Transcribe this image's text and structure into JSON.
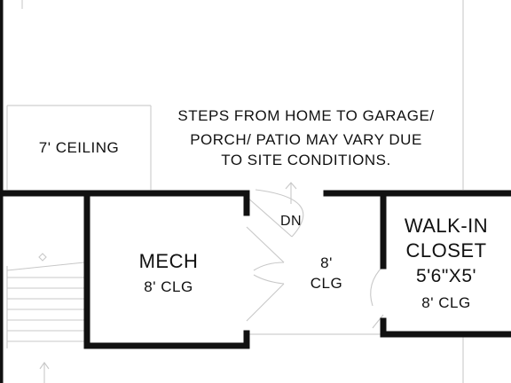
{
  "notes": {
    "steps_line1": "STEPS FROM HOME TO GARAGE/",
    "steps_line2": "PORCH/ PATIO MAY VARY DUE",
    "steps_line3": "TO SITE CONDITIONS."
  },
  "rooms": {
    "ceiling_area": {
      "label": "7' CEILING"
    },
    "mech": {
      "name": "MECH",
      "ceiling": "8' CLG"
    },
    "hall": {
      "ceiling_line1": "8'",
      "ceiling_line2": "CLG"
    },
    "stair": {
      "direction": "DN"
    },
    "closet": {
      "name_line1": "WALK-IN",
      "name_line2": "CLOSET",
      "size": "5'6\"X5'",
      "ceiling": "8' CLG"
    }
  },
  "colors": {
    "wall": "#111111",
    "thin_line": "#cfcfcf",
    "background": "#ffffff"
  }
}
